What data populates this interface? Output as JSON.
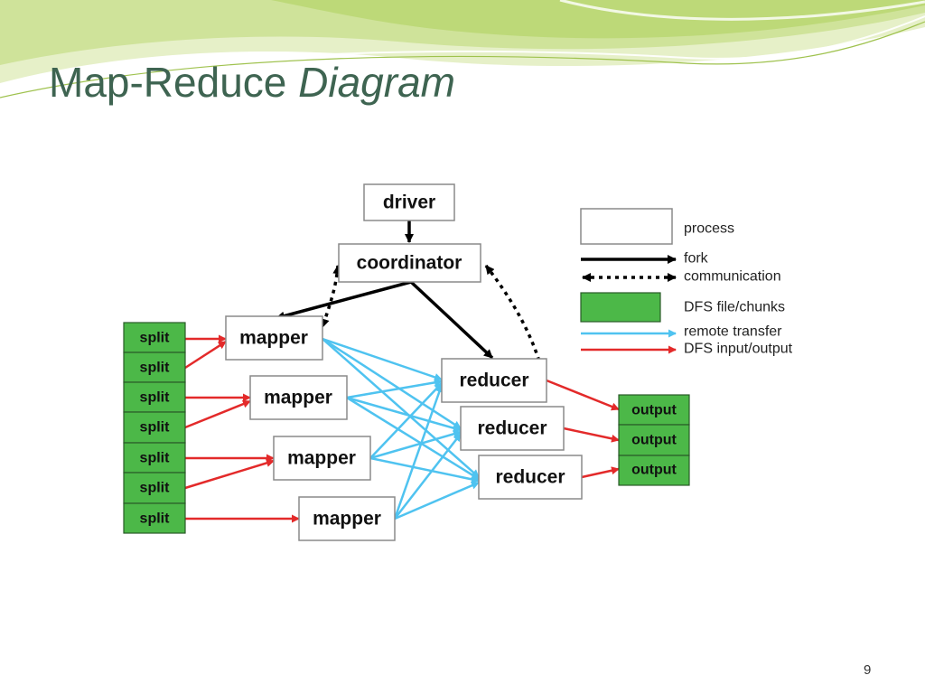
{
  "slide": {
    "title_main": "Map-Reduce",
    "title_italic": "Diagram",
    "page_number": "9"
  },
  "diagram": {
    "driver": "driver",
    "coordinator": "coordinator",
    "mappers": [
      "mapper",
      "mapper",
      "mapper",
      "mapper"
    ],
    "reducers": [
      "reducer",
      "reducer",
      "reducer"
    ],
    "splits": [
      "split",
      "split",
      "split",
      "split",
      "split",
      "split",
      "split"
    ],
    "outputs": [
      "output",
      "output",
      "output"
    ]
  },
  "legend": {
    "process": "process",
    "fork": "fork",
    "communication": "communication",
    "dfs_chunks": "DFS file/chunks",
    "remote_transfer": "remote transfer",
    "dfs_io": "DFS input/output"
  },
  "colors": {
    "title": "#3e6451",
    "chunk_fill": "#4cb848",
    "remote_transfer": "#4fc3f0",
    "dfs_io": "#e32a2a",
    "fork": "#000000",
    "deco_green": "#c5dd86"
  }
}
